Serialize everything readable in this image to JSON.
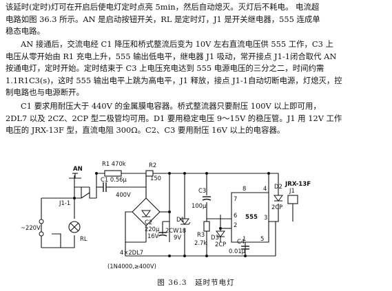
{
  "document": {
    "paragraph_1": [
      "该延时(定时)灯可在开启后使电灯定时点亮 5min，然后自动熄灭。灭灯后不耗电。  电流超",
      "电路如图 36.3 所示。AN 是启动按钮开关，RL 是定时灯，J1 是开关继电器，555 连成单",
      "稳态电路。"
    ],
    "paragraph_2": [
      "AN 接通后，交流电经 C1 降压和桥式整流后变为 10V 左右直流电压供 555 工作，C3 上",
      "电压从零开始由 R1 充电上升，555 输出低电平，继电器 J1 吸动，常开接点 J1-1闭合取代 AN",
      "按通电灯，定时开始。定时结束于 C3 上电压充电达到 555 电源电压的三分之二，时间约需",
      "1.1R1C3(s)，这时 555 输出电平上跳为高电平，J1 释放，接点 J1-1自动切断电源，灯熄灭，控",
      "制电路也与电源断开。"
    ],
    "paragraph_3": [
      "C1 要求用耐压大于 440V 的金属膜电容器。桥式整流器只要耐压 100V 以上即可用，",
      "2DL7 以及 2CZ、2CP 型二极管均可用。D1 要用稳定电压 9～15V 的稳压管。J1 用 12V 工作",
      "电压的 JRX-13F 型，直流电阻 300Ω。C2、C3 要用耐压 16V 以上的电容器。"
    ],
    "caption": "图 36.3　延时节电灯"
  },
  "diagram": {
    "labels": {
      "an": "AN",
      "j11": "J1-1",
      "supply": "~220V",
      "rl": "RL",
      "r1": "R1 470k",
      "c1": "C1 0.56μ",
      "c1_v": "400V",
      "r2": "R2",
      "r2_val": "150",
      "c2": "C2",
      "c2_val": "220μ",
      "c2_v": "16V",
      "d1": "D1",
      "d1_part": "2CW18",
      "d1_v": "9V",
      "bridge": "4×2DL7",
      "bridge_note": "(1N4000,≥400V)",
      "c3": "C3",
      "c3_val": "100μ",
      "r3": "R3",
      "r3_val": "2.7k",
      "d3": "D3",
      "d3_part": "2CP",
      "c4": "C4",
      "c4_val": "0.01μ",
      "d2": "D2",
      "d2_part": "2CP",
      "ic": "555",
      "j1": "J1",
      "relay": "JRX-13F",
      "pin_8": "8",
      "pin_4": "4",
      "pin_3": "3",
      "pin_7": "7",
      "pin_6": "6",
      "pin_2": "2",
      "pin_1": "1",
      "pin_5": "5"
    }
  }
}
